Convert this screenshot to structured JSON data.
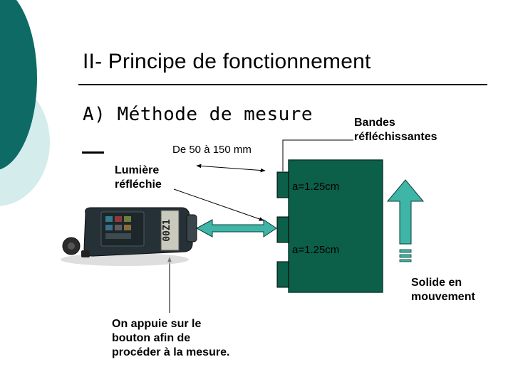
{
  "slide": {
    "title": "II- Principe de fonctionnement",
    "subtitle": "A) Méthode de mesure"
  },
  "labels": {
    "bandes_line1": "Bandes",
    "bandes_line2": "réfléchissantes",
    "lumiere_line1": "Lumière",
    "lumiere_line2": "réfléchie",
    "range": "De 50 à 150 mm",
    "a_top": "a=1.25cm",
    "a_bottom": "a=1.25cm",
    "solide_line1": "Solide en",
    "solide_line2": "mouvement",
    "appuie_line1": "On appuie sur le",
    "appuie_line2": "bouton afin de",
    "appuie_line3": "procéder à la mesure."
  },
  "device_display": "00Z1",
  "colors": {
    "deco_dark": "#0e6a65",
    "deco_light": "#d4ecec",
    "solid_fill": "#0c5f49",
    "arrow_teal": "#3fb5a7",
    "device_body": "#253136"
  },
  "icons": {
    "motion_arrow": "up-arrow-icon",
    "measure_arrow": "double-arrow-icon"
  }
}
